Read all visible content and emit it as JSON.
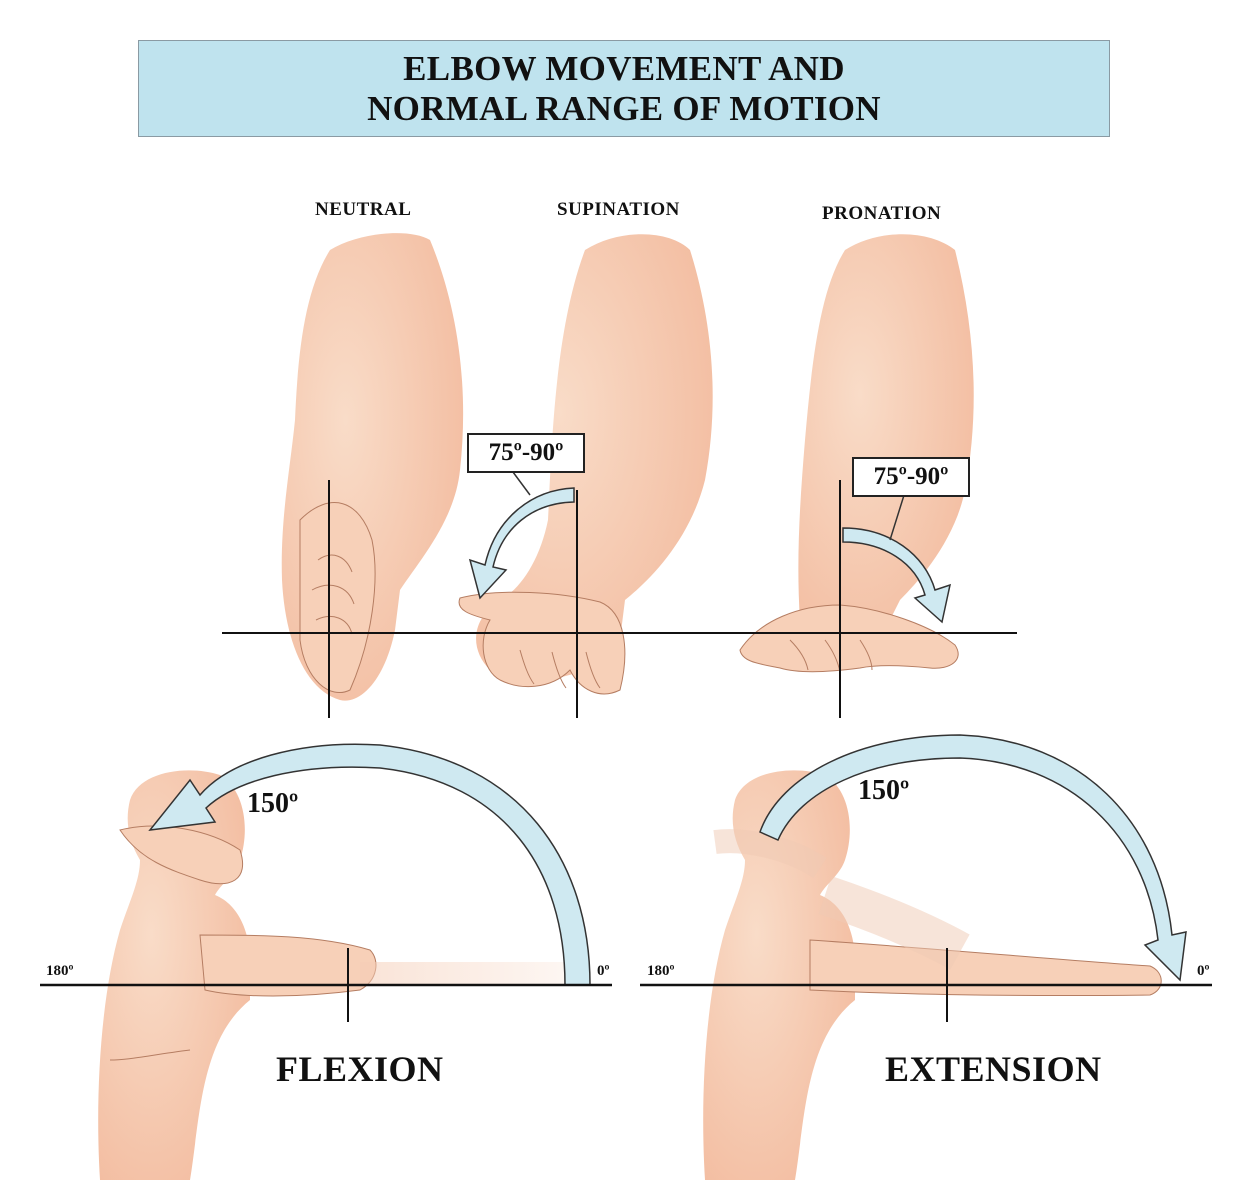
{
  "title": {
    "line1": "ELBOW MOVEMENT AND",
    "line2": "NORMAL RANGE OF MOTION"
  },
  "positions": {
    "neutral": "NEUTRAL",
    "supination": "SUPINATION",
    "pronation": "PRONATION"
  },
  "supination_range": "75º-90º",
  "pronation_range": "75º-90º",
  "flexion": {
    "label": "FLEXION",
    "angle": "150º",
    "left_mark": "180º",
    "right_mark": "0º"
  },
  "extension": {
    "label": "EXTENSION",
    "angle": "150º",
    "left_mark": "180º",
    "right_mark": "0º"
  },
  "colors": {
    "title_bg": "#bfe3ee",
    "skin": "#f7d3bd",
    "skin_shadow": "#f2b99c",
    "arrow_fill": "#cfe9f1",
    "line": "#111111"
  }
}
